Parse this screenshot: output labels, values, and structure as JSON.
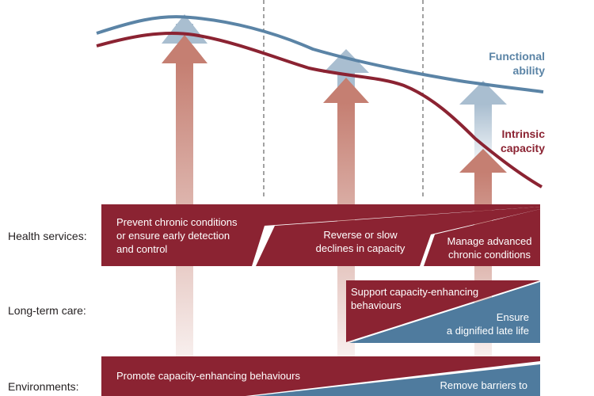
{
  "colors": {
    "functional_ability": "#5b84a6",
    "intrinsic_capacity": "#8b2332",
    "band_red": "#8b2332",
    "band_blue": "#4f7b9e",
    "arrow_red": "#c57f72",
    "arrow_blue": "#a9bed0",
    "label_text": "#231f20"
  },
  "curves": {
    "functional_ability": "Functional ability",
    "intrinsic_capacity": "Intrinsic capacity"
  },
  "rows": {
    "health_services": "Health services:",
    "long_term_care": "Long-term care:",
    "environments": "Environments:"
  },
  "health_services": {
    "prevent": [
      "Prevent chronic conditions",
      "or ensure early detection",
      "and control"
    ],
    "reverse": [
      "Reverse or slow",
      "declines in capacity"
    ],
    "manage": [
      "Manage advanced",
      "chronic conditions"
    ]
  },
  "long_term_care": {
    "support": [
      "Support capacity-enhancing",
      "behaviours"
    ],
    "ensure": [
      "Ensure",
      "a dignified late life"
    ]
  },
  "environments": {
    "promote": "Promote capacity-enhancing behaviours",
    "remove": "Remove barriers to"
  }
}
